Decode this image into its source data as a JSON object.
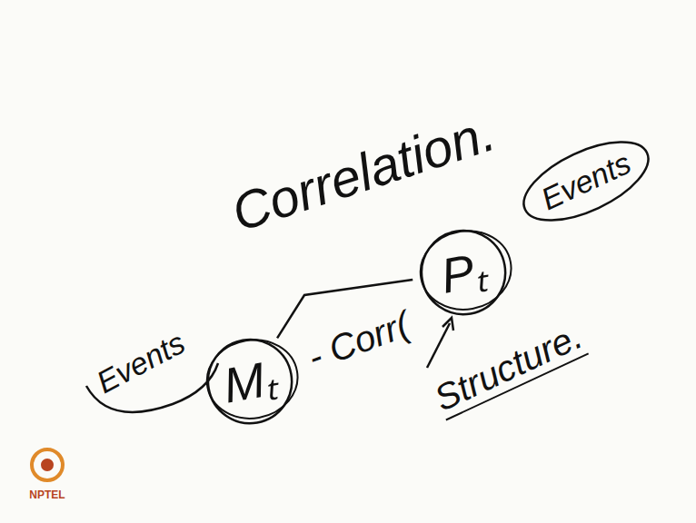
{
  "diagram": {
    "title": "Correlation.",
    "nodes": [
      {
        "text": [
          "Mₜ"
        ]
      },
      {
        "text": [
          "Pₜ"
        ]
      },
      {
        "text": [
          "Events"
        ]
      }
    ],
    "edges": [
      {
        "from": 0,
        "to": 1,
        "arrow": "none"
      }
    ],
    "labels": [
      "Events",
      "- Corr(",
      "Structure.",
      "NPTEL"
    ]
  }
}
